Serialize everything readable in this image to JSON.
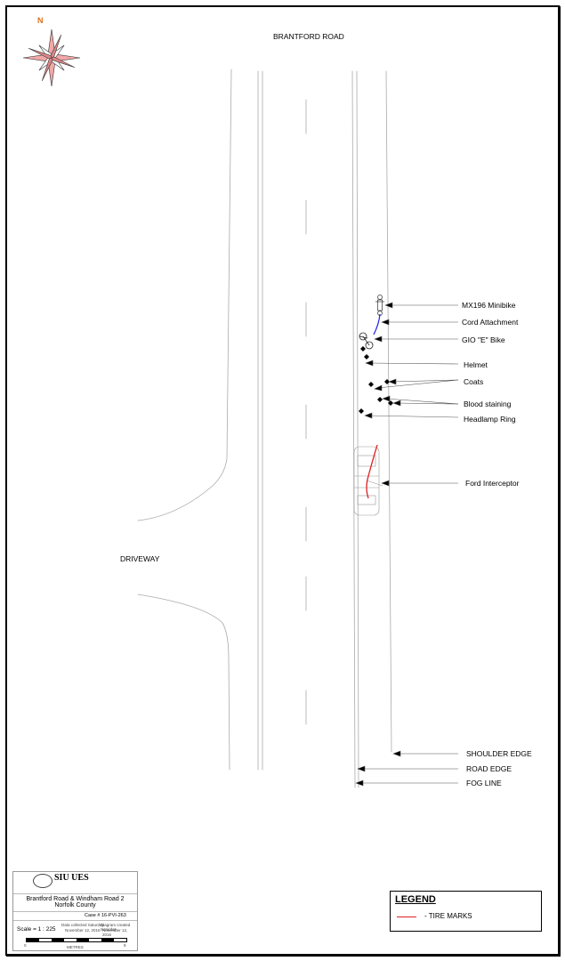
{
  "compass": {
    "north_label": "N"
  },
  "road_name": "BRANTFORD ROAD",
  "driveway_label": "DRIVEWAY",
  "evidence_labels": [
    {
      "id": "minibike",
      "text": "MX196 Minibike"
    },
    {
      "id": "cord",
      "text": "Cord Attachment"
    },
    {
      "id": "bike",
      "text": "GIO \"E\" Bike"
    },
    {
      "id": "helmet",
      "text": "Helmet"
    },
    {
      "id": "coats",
      "text": "Coats"
    },
    {
      "id": "blood",
      "text": "Blood staining"
    },
    {
      "id": "headlamp",
      "text": "Headlamp Ring"
    },
    {
      "id": "vehicle",
      "text": "Ford Interceptor"
    }
  ],
  "edge_labels": [
    {
      "id": "shoulder",
      "text": "SHOULDER EDGE"
    },
    {
      "id": "road",
      "text": "ROAD EDGE"
    },
    {
      "id": "fog",
      "text": "FOG LINE"
    }
  ],
  "title_block": {
    "logo_text": "SIU UES",
    "title": "Brantford Road & Windham Road 2",
    "subtitle": "Norfolk County",
    "case": "Case #  16-PVI-263",
    "scale": "Scale = 1 : 225",
    "data_collected_label": "Data collected Saturday",
    "data_collected_date": "November 12, 2016",
    "diagram_created_label": "Diagram created Saturday",
    "diagram_created_date": "November 12, 2016",
    "bar_start": "0",
    "bar_end": "9",
    "bar_unit": "METRES"
  },
  "legend": {
    "title": "LEGEND",
    "items": [
      {
        "text": "- TIRE MARKS",
        "color": "#e02020"
      }
    ]
  },
  "colors": {
    "tire_marks": "#e02020",
    "cord": "#2a2ae0",
    "compass_fill": "#f2a8a8",
    "north": "#e0701a"
  }
}
